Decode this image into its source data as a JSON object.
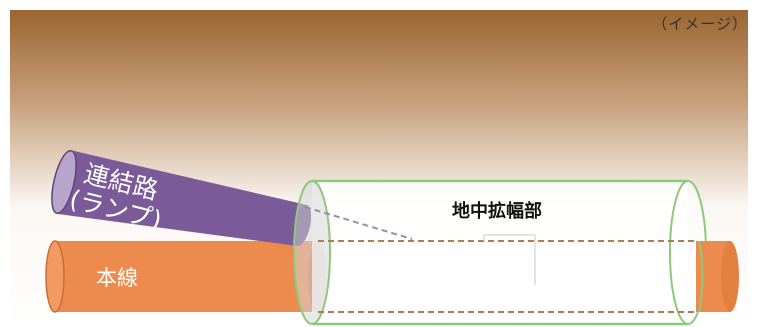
{
  "image_note": "（イメージ）",
  "labels": {
    "renrakuro": "連結路",
    "ramp": "(ランプ)",
    "honsen": "本線",
    "chichu_kakuhabu": "地中拡幅部"
  },
  "colors": {
    "ground_top": "#9b6531",
    "ground_bottom": "#ffffff",
    "main_line": "#ed8b4e",
    "ramp": "#7a5a99",
    "enlarged_outline": "#8cc97a",
    "hidden_line": "#b07a55"
  }
}
